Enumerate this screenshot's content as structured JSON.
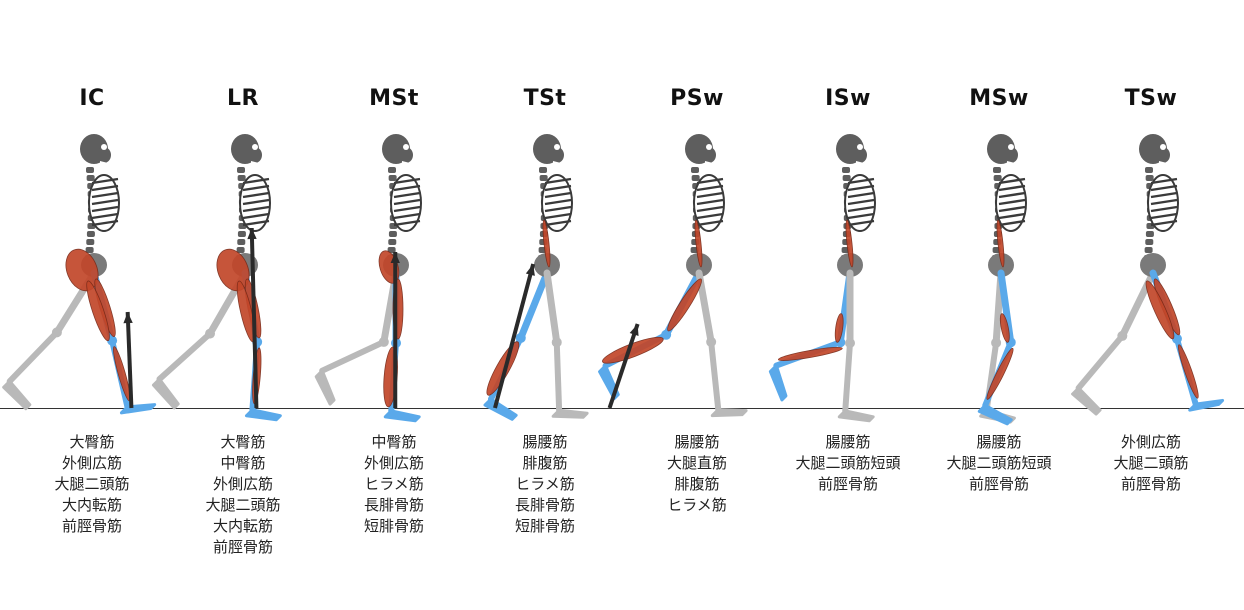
{
  "colors": {
    "bone_gray": "#b9b9b9",
    "skull_dark": "#5e5e5e",
    "rib_dark": "#3a3a3a",
    "stance_blue": "#5aa9ea",
    "muscle_red": "#c2472a",
    "arrow": "#2a2a2a",
    "ground": "#333333"
  },
  "icons": [
    "skeleton-figure-icon",
    "ground-reaction-arrow-icon",
    "muscle-icon"
  ],
  "phases": [
    {
      "id": "ic",
      "label": "IC",
      "muscles": [
        "大臀筋",
        "外側広筋",
        "大腿二頭筋",
        "大内転筋",
        "前脛骨筋"
      ],
      "muscle_groups": [
        "gluteus",
        "thigh_front",
        "thigh_back",
        "shin_front"
      ],
      "arrow_length": 0.4
    },
    {
      "id": "lr",
      "label": "LR",
      "muscles": [
        "大臀筋",
        "中臀筋",
        "外側広筋",
        "大腿二頭筋",
        "大内転筋",
        "前脛骨筋"
      ],
      "muscle_groups": [
        "gluteus",
        "thigh_front",
        "thigh_back",
        "shin_front"
      ],
      "arrow_length": 0.75
    },
    {
      "id": "mst",
      "label": "MSt",
      "muscles": [
        "中臀筋",
        "外側広筋",
        "ヒラメ筋",
        "長腓骨筋",
        "短腓骨筋"
      ],
      "muscle_groups": [
        "gluteus_med",
        "thigh_front",
        "calf"
      ],
      "arrow_length": 0.65
    },
    {
      "id": "tst",
      "label": "TSt",
      "muscles": [
        "腸腰筋",
        "腓腹筋",
        "ヒラメ筋",
        "長腓骨筋",
        "短腓骨筋"
      ],
      "muscle_groups": [
        "psoas",
        "calf"
      ],
      "arrow_length": 0.6
    },
    {
      "id": "psw",
      "label": "PSw",
      "muscles": [
        "腸腰筋",
        "大腿直筋",
        "腓腹筋",
        "ヒラメ筋"
      ],
      "muscle_groups": [
        "psoas",
        "thigh_front",
        "calf"
      ],
      "arrow_length": 0.35
    },
    {
      "id": "isw",
      "label": "ISw",
      "muscles": [
        "腸腰筋",
        "大腿二頭筋短頭",
        "前脛骨筋"
      ],
      "muscle_groups": [
        "psoas",
        "thigh_back_short",
        "shin_front"
      ],
      "arrow_length": 0
    },
    {
      "id": "msw",
      "label": "MSw",
      "muscles": [
        "腸腰筋",
        "大腿二頭筋短頭",
        "前脛骨筋"
      ],
      "muscle_groups": [
        "psoas",
        "thigh_back_short",
        "shin_front"
      ],
      "arrow_length": 0
    },
    {
      "id": "tsw",
      "label": "TSw",
      "muscles": [
        "外側広筋",
        "大腿二頭筋",
        "前脛骨筋"
      ],
      "muscle_groups": [
        "thigh_front",
        "thigh_back",
        "shin_front"
      ],
      "arrow_length": 0
    }
  ]
}
